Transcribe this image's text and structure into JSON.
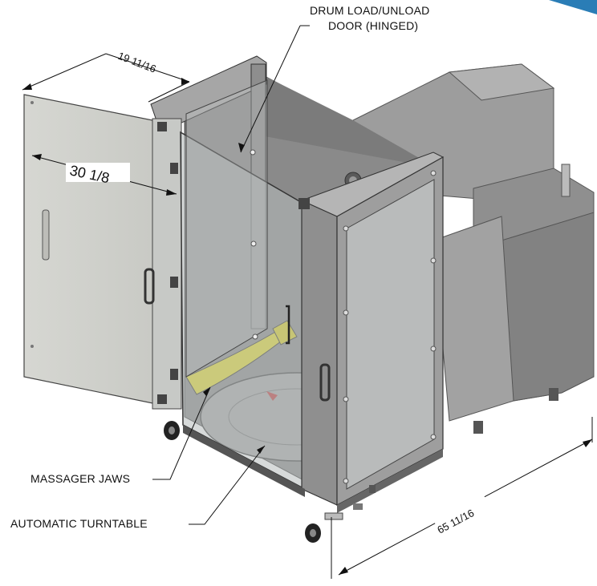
{
  "labels": {
    "door_line1": "DRUM LOAD/UNLOAD",
    "door_line2": "DOOR (HINGED)",
    "jaws": "MASSAGER JAWS",
    "turntable": "AUTOMATIC TURNTABLE"
  },
  "dimensions": {
    "depth": "19 11/16",
    "door_width": "30 1/8",
    "length": "65 11/16"
  },
  "colors": {
    "corner_accent": "#2a7db6",
    "jaw_yellow": "#e4dc2e",
    "steel": "#8d8d8d",
    "glass": "#bcc1c1"
  }
}
